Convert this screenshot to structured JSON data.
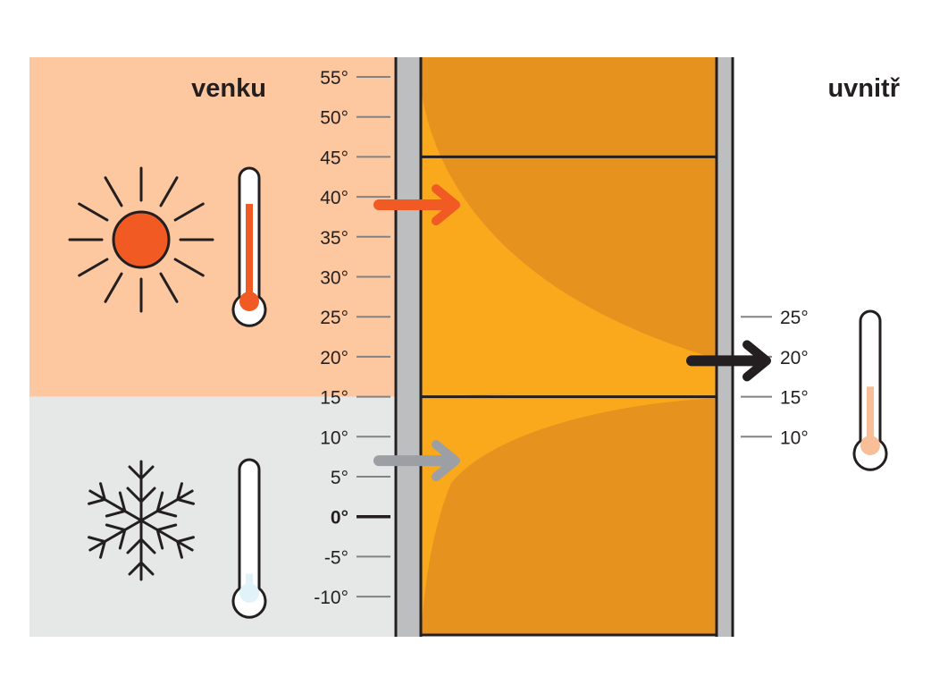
{
  "labels": {
    "outside": "venku",
    "inside": "uvnitř"
  },
  "outside_scale": {
    "ticks": [
      {
        "value": 55,
        "label": "55°"
      },
      {
        "value": 50,
        "label": "50°"
      },
      {
        "value": 45,
        "label": "45°"
      },
      {
        "value": 40,
        "label": "40°"
      },
      {
        "value": 35,
        "label": "35°"
      },
      {
        "value": 30,
        "label": "30°"
      },
      {
        "value": 25,
        "label": "25°"
      },
      {
        "value": 20,
        "label": "20°"
      },
      {
        "value": 15,
        "label": "15°"
      },
      {
        "value": 10,
        "label": "10°"
      },
      {
        "value": 5,
        "label": "5°"
      },
      {
        "value": 0,
        "label": "0°"
      },
      {
        "value": -5,
        "label": "-5°"
      },
      {
        "value": -10,
        "label": "-10°"
      }
    ]
  },
  "inside_scale": {
    "ticks": [
      {
        "value": 25,
        "label": "25°"
      },
      {
        "value": 20,
        "label": "20°"
      },
      {
        "value": 15,
        "label": "15°"
      },
      {
        "value": 10,
        "label": "10°"
      }
    ]
  },
  "zone_boundary_temp": 15,
  "wall_lines_temps": [
    45,
    15
  ],
  "hot_arrow_temp": 39,
  "cold_arrow_temp": 7,
  "inside_arrow_temp": 19.5,
  "thermometers": {
    "hot_level": 0.8,
    "cold_level": 0.1,
    "inside_level": 0.45
  },
  "colors": {
    "hot_zone": "#FDC8A0",
    "cold_zone": "#E6E7E7",
    "wall_dark": "#E6921F",
    "wall_light": "#FBA91C",
    "hot_accent": "#F15A22",
    "cold_arrow": "#9C9FA3",
    "inside_arrow": "#231F20",
    "inside_mercury": "#F7BE98",
    "cold_mercury": "#E1F2F8",
    "wall_frame": "#BCBEC0"
  },
  "icons": [
    "sun-icon",
    "snowflake-icon",
    "thermometer-icon"
  ]
}
